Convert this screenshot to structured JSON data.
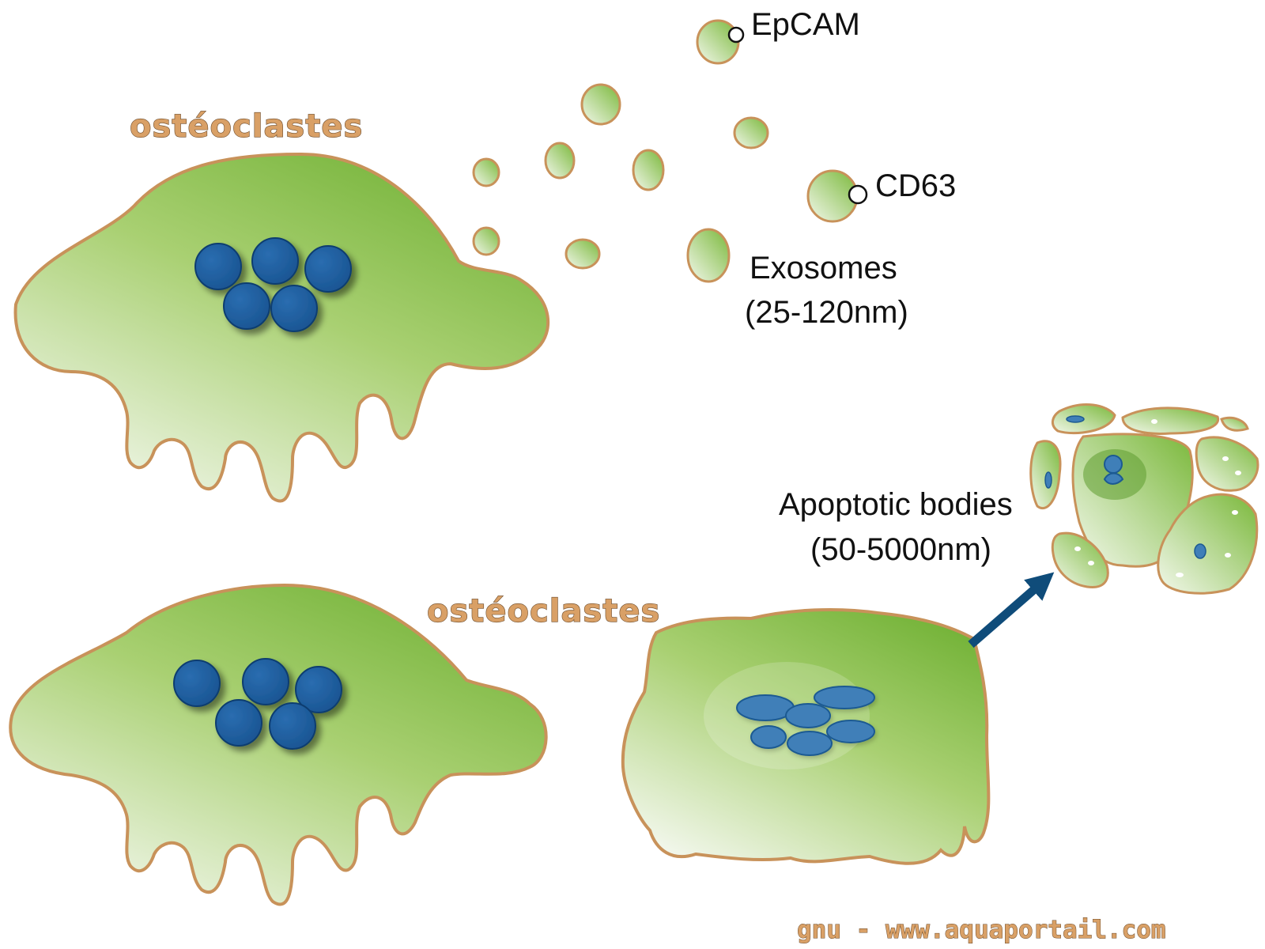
{
  "labels": {
    "osteoclast_top": "ostéoclastes",
    "osteoclast_bottom": "ostéoclastes",
    "epcam": "EpCAM",
    "cd63": "CD63",
    "exosomes_line1": "Exosomes",
    "exosomes_line2": "(25-120nm)",
    "apoptotic_line1": "Apoptotic bodies",
    "apoptotic_line2": "(50-5000nm)"
  },
  "credit": "gnu - www.aquaportail.com",
  "colors": {
    "cell_fill_dark": "#7bb63c",
    "cell_fill_light": "#f4f8ef",
    "cell_outline": "#c8925a",
    "nucleus": "#1f5c9c",
    "nucleus_outline": "#0e3d70",
    "arrow": "#0f4c7a",
    "label_orange": "#d9a066"
  },
  "icons": {
    "arrow": "arrow-icon",
    "marker": "ring-marker"
  }
}
